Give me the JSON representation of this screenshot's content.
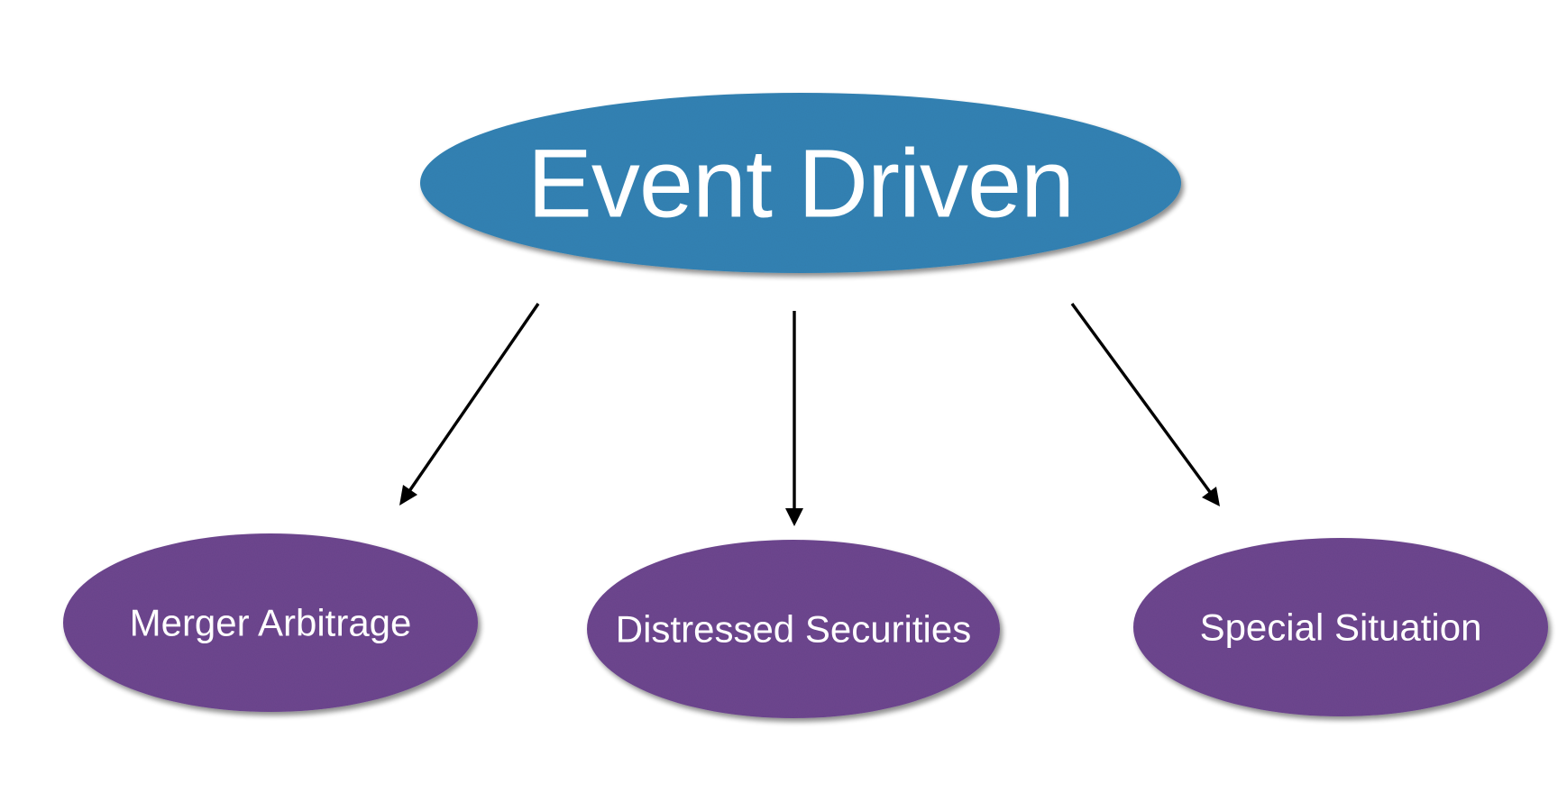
{
  "diagram": {
    "root": {
      "label": "Event Driven",
      "color": "#3483b5"
    },
    "children": [
      {
        "id": "merger-arbitrage",
        "label": "Merger Arbitrage",
        "color": "#6e4690"
      },
      {
        "id": "distressed-securities",
        "label": "Distressed Securities",
        "color": "#6e4690"
      },
      {
        "id": "special-situation",
        "label": "Special Situation",
        "color": "#6e4690"
      }
    ],
    "edges": [
      {
        "from": "root",
        "to": "merger-arbitrage"
      },
      {
        "from": "root",
        "to": "distressed-securities"
      },
      {
        "from": "root",
        "to": "special-situation"
      }
    ],
    "arrow_color": "#000000"
  }
}
